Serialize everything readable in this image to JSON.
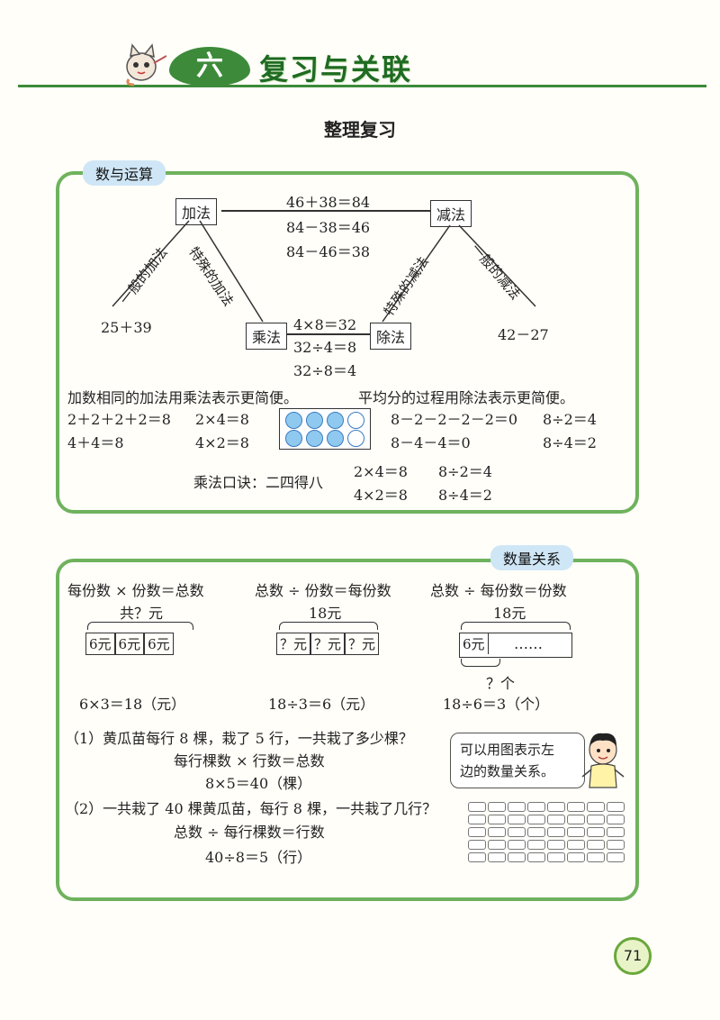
{
  "header": {
    "chapter_number": "六",
    "chapter_title": "复习与关联"
  },
  "section_title": "整理复习",
  "panel1": {
    "tag": "数与运算",
    "add_box": "加法",
    "sub_box": "减法",
    "mul_box": "乘法",
    "div_box": "除法",
    "top_eq1": "46＋38＝84",
    "top_eq2": "84－38＝46",
    "top_eq3": "84－46＝38",
    "left_general": "一般的加法",
    "left_special": "特殊的加法",
    "right_special": "特殊的减法",
    "right_general": "一般的减法",
    "add_example": "25＋39",
    "sub_example": "42－27",
    "mid_eq1": "4×8＝32",
    "mid_eq2": "32÷4＝8",
    "mid_eq3": "32÷8＝4",
    "note_left": "加数相同的加法用乘法表示更简便。",
    "note_right": "平均分的过程用除法表示更简便。",
    "ex_a1": "2＋2＋2＋2＝8",
    "ex_a2": "4＋4＝8",
    "ex_b1": "2×4＝8",
    "ex_b2": "4×2＝8",
    "ex_c1": "8－2－2－2－2＝0",
    "ex_c2": "8－4－4＝0",
    "ex_d1": "8÷2＝4",
    "ex_d2": "8÷4＝2",
    "rhyme": "乘法口诀：二四得八",
    "rh_a1": "2×4＝8",
    "rh_a2": "4×2＝8",
    "rh_b1": "8÷2＝4",
    "rh_b2": "8÷4＝2"
  },
  "panel2": {
    "tag": "数量关系",
    "rel1": "每份数 × 份数＝总数",
    "rel2": "总数 ÷ 份数＝每份数",
    "rel3": "总数 ÷ 每份数＝份数",
    "d1_top": "共？元",
    "d1_cells": [
      "6元",
      "6元",
      "6元"
    ],
    "d2_top": "18元",
    "d2_cells": [
      "？元",
      "？元",
      "？元"
    ],
    "d3_top": "18元",
    "d3_cell": "6元",
    "d3_dots": "……",
    "d3_bottom": "？个",
    "calc1": "6×3＝18（元）",
    "calc2": "18÷3＝6（元）",
    "calc3": "18÷6＝3（个）",
    "q1": "（1）黄瓜苗每行 8 棵，栽了 5 行，一共栽了多少棵？",
    "q1_rel": "每行棵数 × 行数＝总数",
    "q1_calc": "8×5＝40（棵）",
    "q2": "（2）一共栽了 40 棵黄瓜苗，每行 8 棵，一共栽了几行？",
    "q2_rel": "总数 ÷ 每行棵数＝行数",
    "q2_calc": "40÷8＝5（行）",
    "bubble_line1": "可以用图表示左",
    "bubble_line2": "边的数量关系。"
  },
  "page_number": "71",
  "colors": {
    "accent_green": "#3d8b3a",
    "panel_border": "#6fb25d",
    "tag_blue": "#cfe6f6",
    "counter_blue": "#8fc9ef"
  }
}
